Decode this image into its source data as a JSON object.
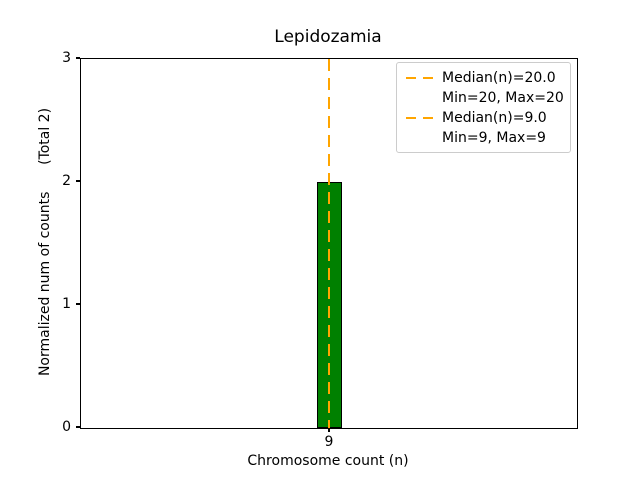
{
  "figure": {
    "title": "Lepidozamia"
  },
  "axes": {
    "xlabel": "Chromosome count (n)",
    "ylabel": "Normalized num of counts      (Total 2)",
    "yticks": [
      "3",
      "2",
      "1",
      "0"
    ],
    "xtick": "9"
  },
  "legend": {
    "entries": [
      {
        "marker": "orange-dashed-line",
        "label": "Median(n)=20.0"
      },
      {
        "marker": "none",
        "label": "Min=20, Max=20"
      },
      {
        "marker": "orange-dashed-line",
        "label": "Median(n)=9.0"
      },
      {
        "marker": "none",
        "label": "Min=9, Max=9"
      }
    ]
  },
  "colors": {
    "bar_fill": "#008000",
    "bar_edge": "#000000",
    "median_line": "#FFA500",
    "spine": "#000000",
    "legend_border": "#cccccc",
    "background": "#ffffff"
  },
  "chart_data": {
    "type": "bar",
    "title": "Lepidozamia",
    "xlabel": "Chromosome count (n)",
    "ylabel": "Normalized num of counts (Total 2)",
    "categories": [
      9
    ],
    "values": [
      2
    ],
    "ylim": [
      0,
      3
    ],
    "yticks": [
      0,
      1,
      2,
      3
    ],
    "total_counts": 2,
    "bar_color": "#008000",
    "grid": false,
    "legend_position": "upper right",
    "annotations": [
      {
        "type": "vline",
        "x": 9,
        "style": "dashed",
        "color": "#FFA500",
        "label": "Median(n)=9.0",
        "note": "Min=9, Max=9",
        "visible_in_plot": true
      },
      {
        "type": "vline",
        "x": 20,
        "style": "dashed",
        "color": "#FFA500",
        "label": "Median(n)=20.0",
        "note": "Min=20, Max=20",
        "visible_in_plot": false
      }
    ]
  }
}
